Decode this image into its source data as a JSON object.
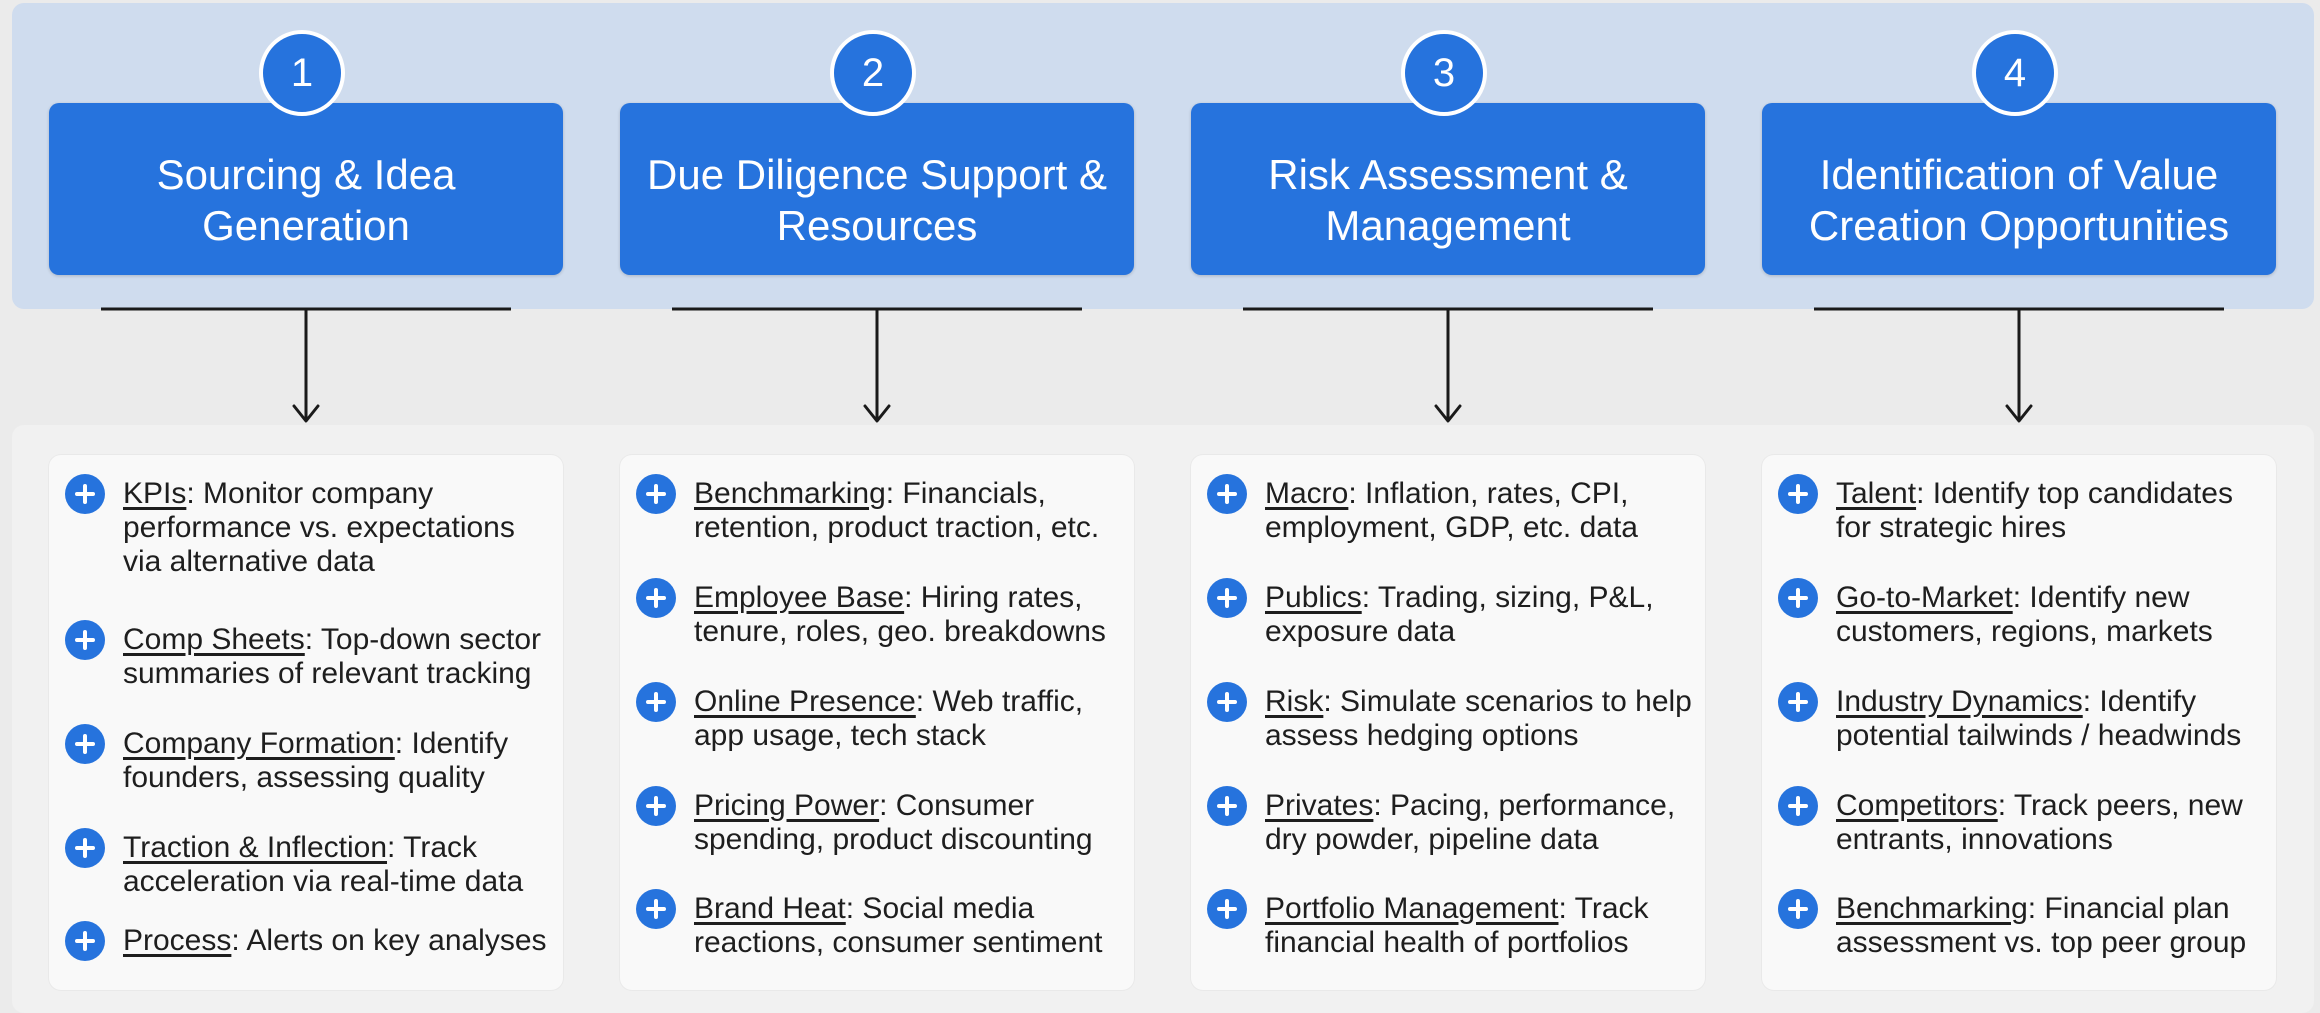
{
  "colors": {
    "accent": "#2673dd",
    "top_band": "#cfdcee",
    "card": "#f9f9f9",
    "text": "#1e1e1e",
    "arrow": "#1a1a1a"
  },
  "columns": [
    {
      "number": "1",
      "title": "Sourcing & Idea Generation",
      "items": [
        {
          "term": "KPIs",
          "rest": ": Monitor company performance vs. expectations via alternative data"
        },
        {
          "term": "Comp Sheets",
          "rest": ": Top-down sector summaries of relevant tracking"
        },
        {
          "term": "Company Formation",
          "rest": ": Identify founders, assessing quality"
        },
        {
          "term": "Traction & Inflection",
          "rest": ": Track acceleration via real-time data"
        },
        {
          "term": "Process",
          "rest": ": Alerts on key analyses"
        }
      ]
    },
    {
      "number": "2",
      "title": "Due Diligence Support & Resources",
      "items": [
        {
          "term": "Benchmarking",
          "rest": ": Financials, retention, product traction, etc."
        },
        {
          "term": "Employee Base",
          "rest": ": Hiring rates, tenure, roles, geo. breakdowns"
        },
        {
          "term": "Online Presence",
          "rest": ": Web traffic, app usage, tech stack"
        },
        {
          "term": "Pricing Power",
          "rest": ": Consumer spending, product discounting"
        },
        {
          "term": "Brand Heat",
          "rest": ": Social media reactions, consumer sentiment"
        }
      ]
    },
    {
      "number": "3",
      "title": "Risk Assessment & Management",
      "items": [
        {
          "term": "Macro",
          "rest": ": Inflation, rates, CPI, employment, GDP, etc. data"
        },
        {
          "term": "Publics",
          "rest": ": Trading, sizing, P&L, exposure data"
        },
        {
          "term": "Risk",
          "rest": ": Simulate scenarios to help assess hedging options"
        },
        {
          "term": "Privates",
          "rest": ": Pacing, performance, dry powder, pipeline data"
        },
        {
          "term": "Portfolio Management",
          "rest": ": Track financial health of portfolios"
        }
      ]
    },
    {
      "number": "4",
      "title": "Identification of Value Creation Opportunities",
      "items": [
        {
          "term": "Talent",
          "rest": ": Identify top candidates for strategic hires"
        },
        {
          "term": "Go-to-Market",
          "rest": ": Identify new customers, regions, markets"
        },
        {
          "term": "Industry Dynamics",
          "rest": ": Identify potential tailwinds / headwinds"
        },
        {
          "term": "Competitors",
          "rest": ": Track peers, new entrants, innovations"
        },
        {
          "term": "Benchmarking",
          "rest": ": Financial plan assessment vs. top peer group"
        }
      ]
    }
  ]
}
